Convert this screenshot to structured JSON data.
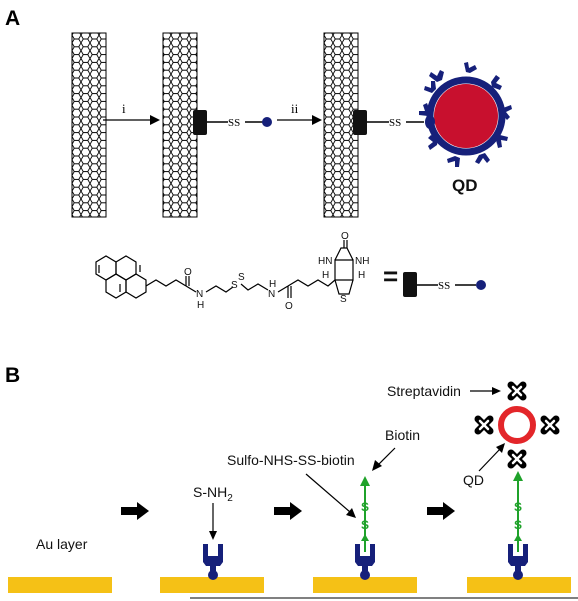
{
  "panel_a": {
    "label": "A",
    "step_i": "i",
    "step_ii": "ii",
    "ss_label": "SS",
    "qd_label": "QD",
    "chem": {
      "o1": "O",
      "n_h1": "N",
      "h1": "H",
      "s1": "S",
      "s2": "S",
      "n_h2": "N",
      "h2": "H",
      "o2": "O",
      "o3": "O",
      "hn": "HN",
      "nh": "NH",
      "h_left": "H",
      "h_right": "H",
      "s_ring": "S"
    },
    "equals": "="
  },
  "panel_b": {
    "label": "B",
    "au_layer": "Au layer",
    "s_nh2": "S-NH",
    "s_nh2_sub": "2",
    "sulfo": "Sulfo-NHS-SS-biotin",
    "biotin": "Biotin",
    "streptavidin": "Streptavidin",
    "qd": "QD",
    "s_letter": "S"
  },
  "colors": {
    "gold": "#f5c116",
    "navy": "#16207a",
    "green": "#1fa22a",
    "red": "#e3262a",
    "qd_red": "#c8102e",
    "anchor": "#111111"
  }
}
